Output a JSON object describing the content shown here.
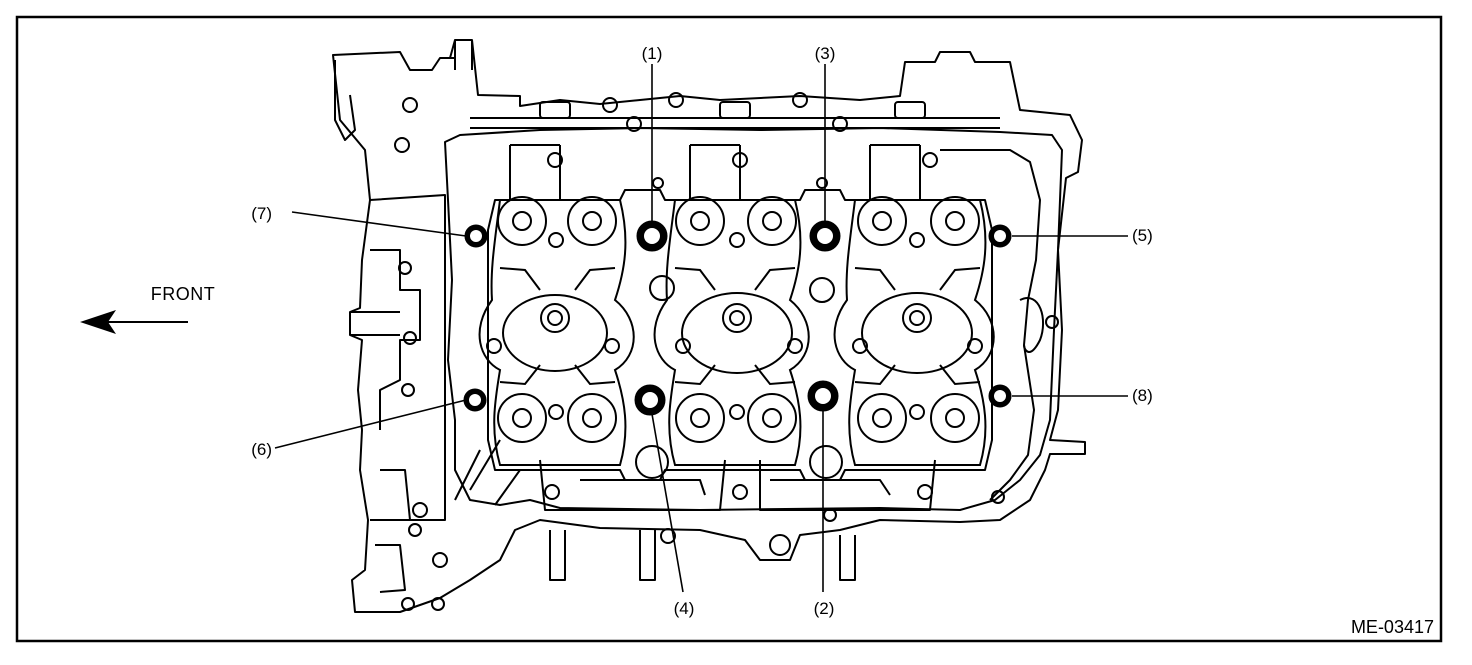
{
  "direction": {
    "label": "FRONT"
  },
  "figure_id": "ME-03417",
  "callouts": {
    "c1": "(1)",
    "c2": "(2)",
    "c3": "(3)",
    "c4": "(4)",
    "c5": "(5)",
    "c6": "(6)",
    "c7": "(7)",
    "c8": "(8)"
  }
}
